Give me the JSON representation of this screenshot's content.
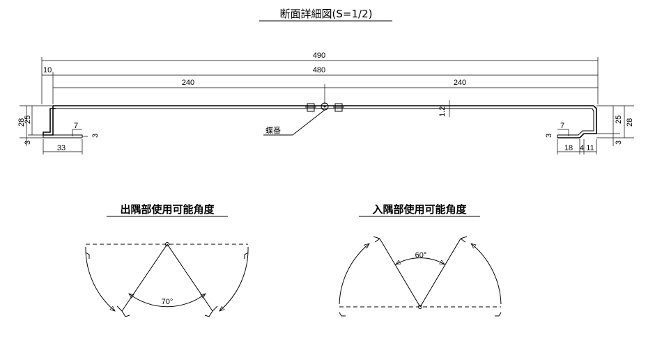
{
  "titles": {
    "section_detail": "断面詳細図(S=1/2)",
    "outside_corner": "出隅部使用可能角度",
    "inside_corner": "入隅部使用可能角度"
  },
  "dimensions": {
    "overall": "490",
    "inner": "480",
    "half_left": "240",
    "half_right": "240",
    "left_flange": "10",
    "thickness": "1.2",
    "left_height_outer": "28",
    "left_height_inner": "25",
    "left_lip": "3",
    "left_hem_width": "7",
    "left_hem_gap": "3",
    "left_bottom": "33",
    "right_height_inner": "25",
    "right_height_outer": "28",
    "right_lip": "3",
    "right_hem_width": "7",
    "right_hem_gap": "3",
    "right_bottom_a": "18",
    "right_bottom_b": "4",
    "right_bottom_c": "11"
  },
  "labels": {
    "hinge": "蝶番"
  },
  "angles": {
    "outside": "70°",
    "inside": "60°"
  }
}
